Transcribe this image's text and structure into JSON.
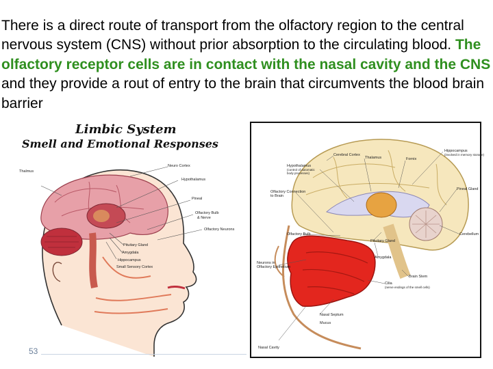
{
  "paragraph": {
    "part1": "There is a direct route of transport from the olfactory region to the central nervous system (CNS) without prior absorption to the circulating blood. ",
    "highlight": "The olfactory receptor cells are in contact with the nasal cavity and the CNS",
    "part2": " and they provide a rout of entry to the brain that circumvents the blood brain barrier"
  },
  "left_figure": {
    "title_line1": "Limbic System",
    "title_line2": "Smell and Emotional Responses",
    "labels": {
      "neuro_cortex": "Neuro Cortex",
      "hypothalamus": "Hypothalamus",
      "thalmus": "Thalmus",
      "pineal": "Pineal",
      "olfactory_bulb": "Olfactory Bulb",
      "nerve": "& Nerve",
      "olfactory_neurons": "Olfactory Neurons",
      "pituitary_gland": "Pituitary Gland",
      "amygdala": "Amygdala",
      "hippocampus": "Hippocampus",
      "small_sensory_cortex": "Small Sensory Cortex"
    }
  },
  "right_figure": {
    "labels": {
      "cerebral_cortex": "Cerebral Cortex",
      "thalamus": "Thalamus",
      "fornix": "Fornix",
      "hippocampus": "Hippocampus",
      "hippocampus_note": "(involved in memory storage)",
      "hypothalamus": "Hypothalamus",
      "hypothalamus_note1": "(control of automatic",
      "hypothalamus_note2": "body processes)",
      "olfactory_connection": "Olfactory Connection",
      "olfactory_connection2": "to Brain",
      "pineal_gland": "Pineal Gland",
      "cerebellum": "Cerebellum",
      "olfactory_bulb": "Olfactory Bulb",
      "pituitary_gland": "Pituitary Gland",
      "amygdala": "Amygdala",
      "neurons": "Neurons in",
      "olfactory_epithelium": "Olfactory Epithelium",
      "brain_stem": "Brain Stem",
      "cilia": "Cilia",
      "cilia_note": "(nerve endings of the smell cells)",
      "nasal_septum": "Nasal Septum",
      "mucus": "Mucus",
      "nasal_cavity": "Nasal Cavity"
    }
  },
  "page_number": "53"
}
